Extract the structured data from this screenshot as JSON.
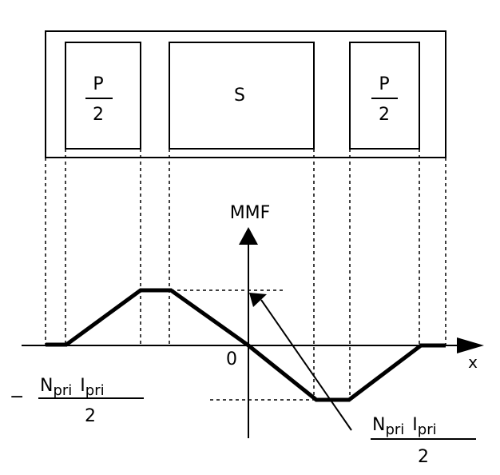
{
  "winding": {
    "left_label_num": "P",
    "left_label_den": "2",
    "center_label": "S",
    "right_label_num": "P",
    "right_label_den": "2"
  },
  "axes": {
    "y_label": "MMF",
    "x_label": "x",
    "origin_label": "0"
  },
  "levels": {
    "top_num_base_n": "N",
    "top_num_sub_n": "pri",
    "top_num_base_i": "I",
    "top_num_sub_i": "pri",
    "top_den": "2",
    "bottom_sign": "−",
    "bottom_num_base_n": "N",
    "bottom_num_sub_n": "pri",
    "bottom_num_base_i": "I",
    "bottom_num_sub_i": "pri",
    "bottom_den": "2"
  }
}
